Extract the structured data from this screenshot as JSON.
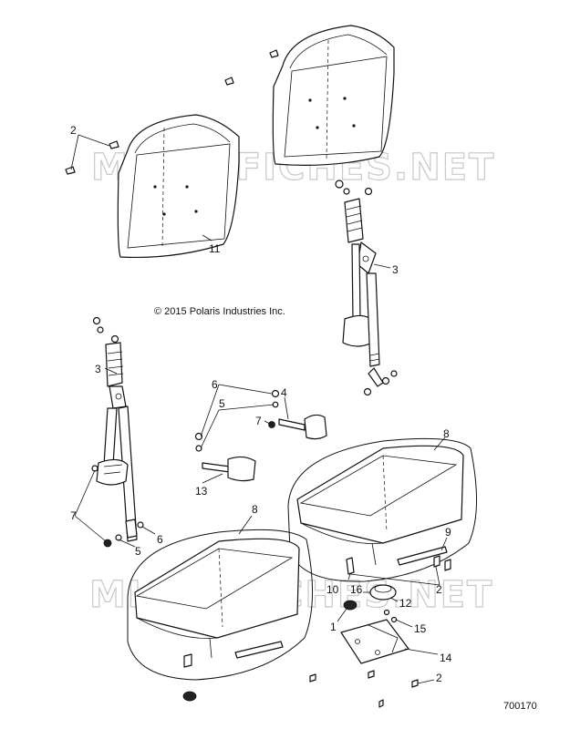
{
  "diagram": {
    "copyright": "© 2015 Polaris Industries Inc.",
    "document_number": "700170",
    "watermarks": [
      "MICROFICHES.NET",
      "MICROFICHES.NET"
    ],
    "callouts": {
      "c2_topleft": "2",
      "c11": "11",
      "c3_right": "3",
      "c3_left": "3",
      "c6_mid": "6",
      "c5_mid": "5",
      "c4": "4",
      "c7_mid": "7",
      "c13": "13",
      "c7_left": "7",
      "c5_left": "5",
      "c6_left": "6",
      "c8_right": "8",
      "c8_left": "8",
      "c9": "9",
      "c2_right": "2",
      "c10": "10",
      "c16": "16",
      "c12": "12",
      "c1": "1",
      "c15": "15",
      "c14": "14",
      "c2_bottom": "2"
    }
  }
}
